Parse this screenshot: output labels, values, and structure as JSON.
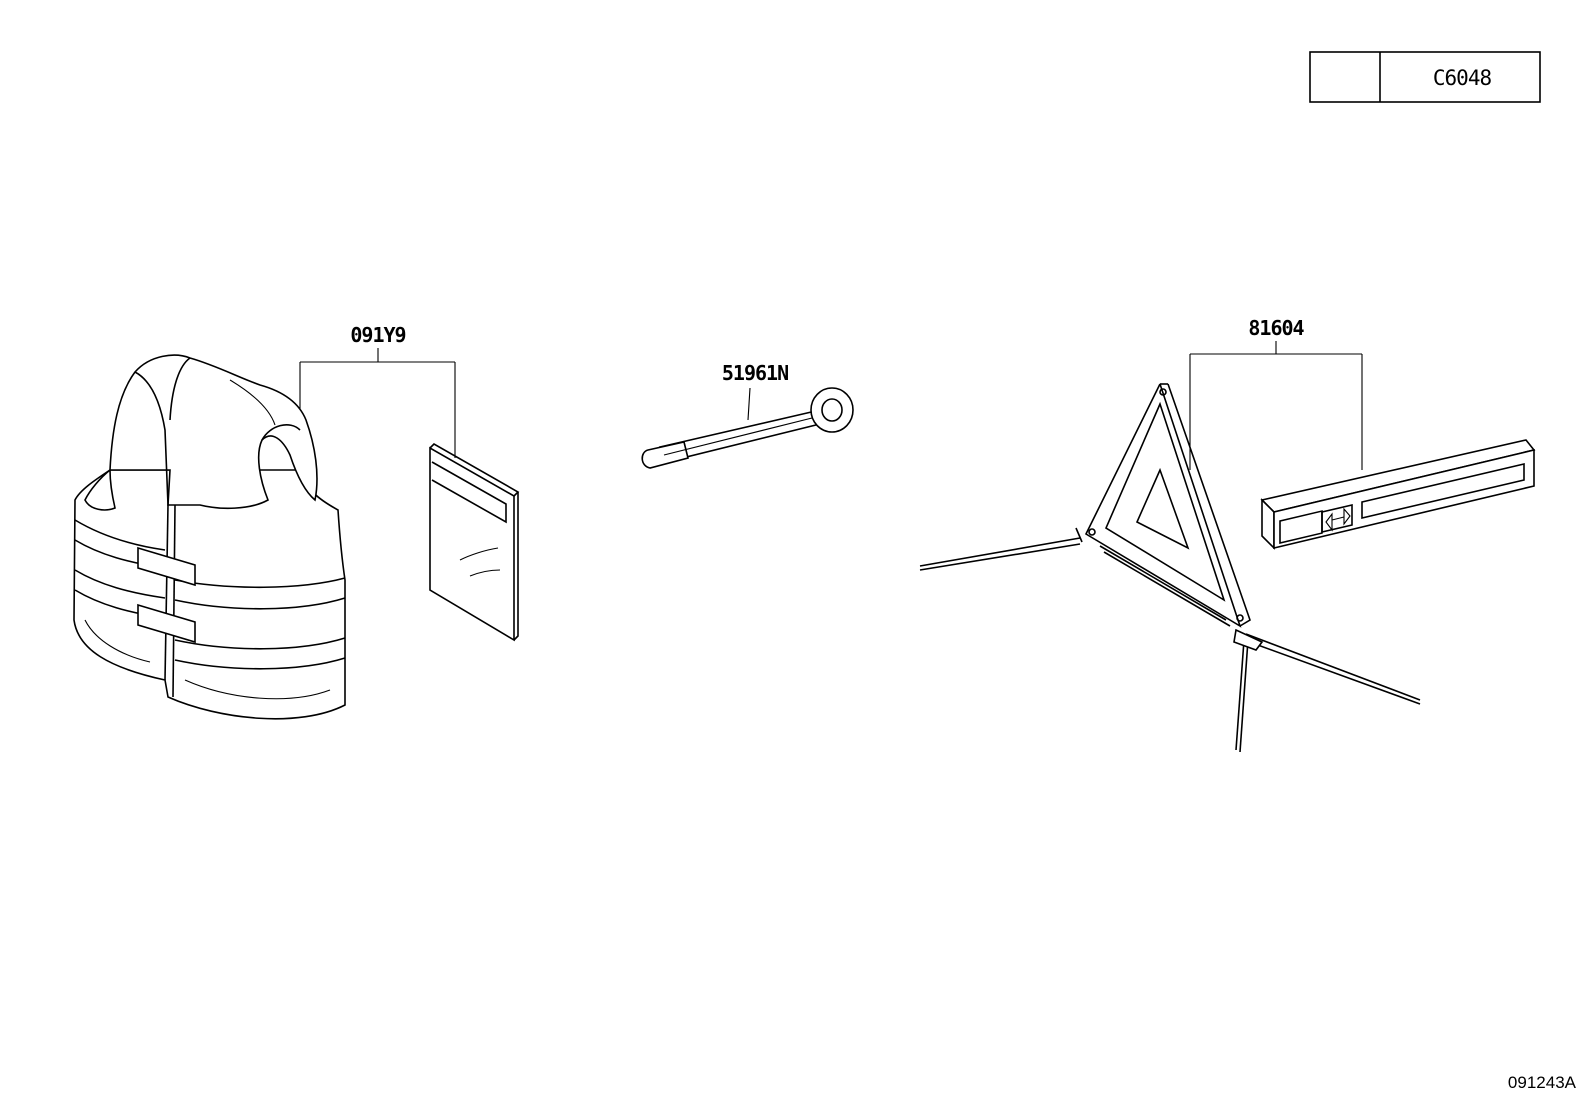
{
  "header_box": {
    "left_cell": "",
    "code": "C6048"
  },
  "parts": [
    {
      "part_number": "091Y9",
      "item": "vest-and-pouch"
    },
    {
      "part_number": "51961N",
      "item": "towing-eye"
    },
    {
      "part_number": "81604",
      "item": "warning-triangle-and-case"
    }
  ],
  "figure_number": "091243A"
}
